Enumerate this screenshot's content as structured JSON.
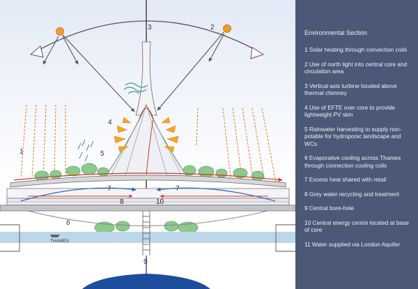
{
  "panel": {
    "title": "Environmental Section",
    "items": [
      "1 Solar heating through convection coils",
      "2 Use of north light into central core and circulation area",
      "3 Vertical axis turbine located above thermal chimney",
      "4 Use of EFTE over core to provide lightweight PV skin",
      "5 Rainwater harvesting to supply non-potable for hydroponic landscape and WCs",
      "6 Evaporative cooling across Thames through connection cooling coils",
      "7 Excess heat shared with retail",
      "8 Grey water recycling and treatment",
      "9 Central bore-hole",
      "10 Central energy centre located at base of core",
      "11 Water supplied via London Aquifer"
    ]
  },
  "diagram": {
    "labels": {
      "n1": "1",
      "n2": "2",
      "n3": "3",
      "n4": "4",
      "n5": "5",
      "n6": "6",
      "n7a": "7",
      "n7b": "7",
      "n8": "8",
      "n9": "9",
      "n10": "10",
      "thames": "THAMES"
    },
    "colors": {
      "sun": "#f39c2a",
      "sun_rays": "#e07a1a",
      "warm_flow": "#d23a2a",
      "cool_flow": "#2f66b8",
      "water": "#bcd6ea",
      "aquifer": "#1f4d9e",
      "trees": "#8cc98a",
      "sky_gradient_top": "#e3eaf6"
    }
  }
}
